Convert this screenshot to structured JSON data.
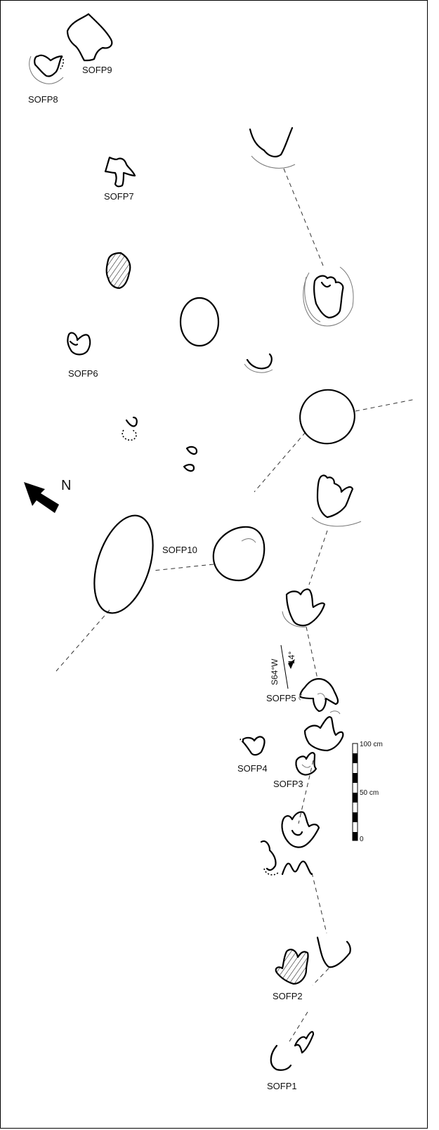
{
  "labels": {
    "sofp1": "SOFP1",
    "sofp2": "SOFP2",
    "sofp3": "SOFP3",
    "sofp4": "SOFP4",
    "sofp5": "SOFP5",
    "sofp6": "SOFP6",
    "sofp7": "SOFP7",
    "sofp8": "SOFP8",
    "sofp9": "SOFP9",
    "sofp10": "SOFP10"
  },
  "north": {
    "label": "N"
  },
  "orientation": {
    "bearing": "S64°W",
    "dip": "14°"
  },
  "scale_bar": {
    "top": "100 cm",
    "mid": "50 cm",
    "bottom": "0"
  },
  "colors": {
    "ink": "#000000",
    "rim": "#777777",
    "border": "#000000"
  }
}
